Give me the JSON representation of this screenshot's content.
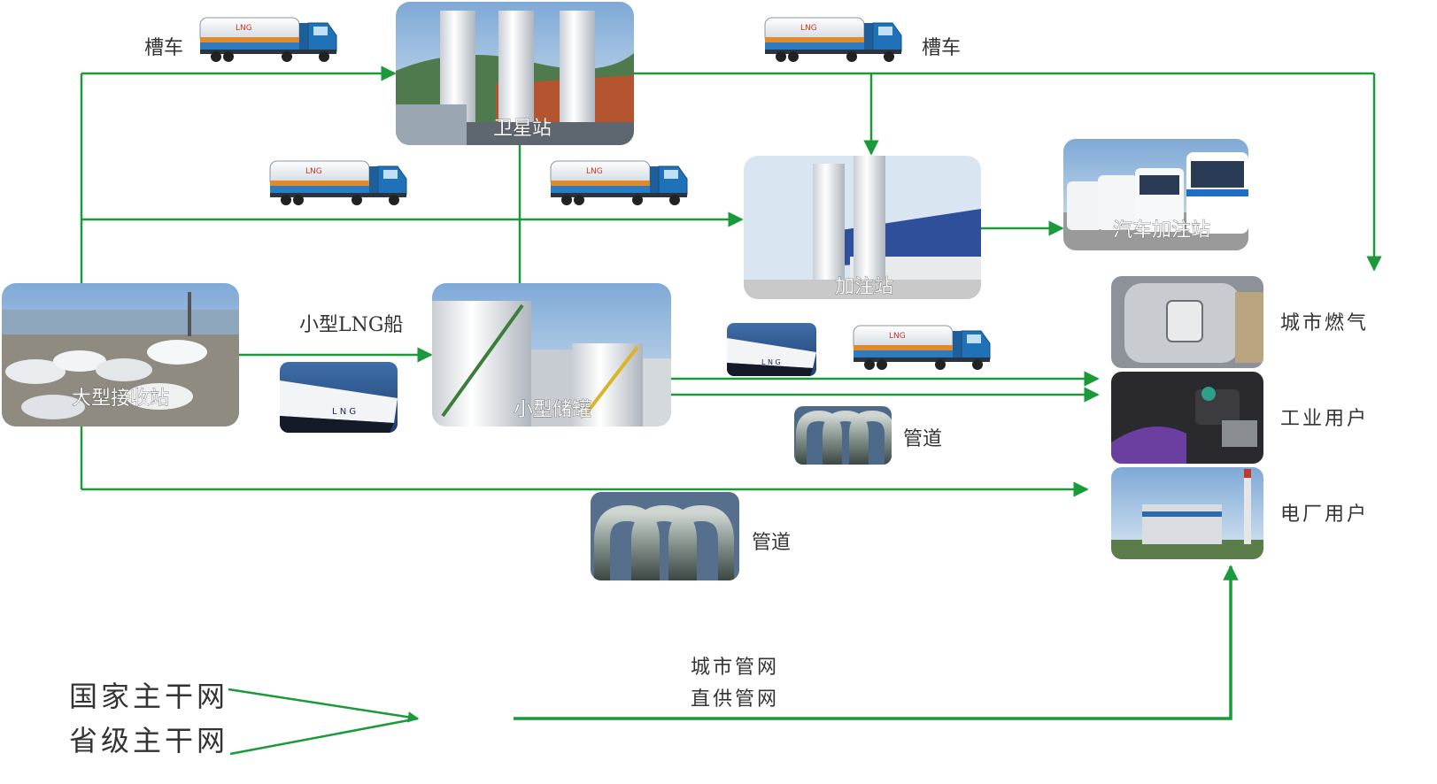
{
  "nodes": {
    "large_terminal": "大型接收站",
    "satellite_station": "卫星站",
    "small_tank": "小型储罐",
    "filling_station": "加注站",
    "vehicle_station": "汽车加注站"
  },
  "transport": {
    "tanker_left": "槽车",
    "tanker_right": "槽车",
    "small_ship": "小型LNG船",
    "pipe_mid": "管道",
    "pipe_bottom": "管道"
  },
  "users": {
    "city_gas": "城市燃气",
    "industrial": "工业用户",
    "power_plant": "电厂用户"
  },
  "networks": {
    "national": "国家主干网",
    "provincial": "省级主干网",
    "city_net": "城市管网",
    "direct_net": "直供管网"
  },
  "truck_badge": "LNG",
  "ship_badge": "L N G",
  "colors": {
    "flow": "#1a9a3a",
    "truck_cab": "#1f72b8",
    "truck_tank": "#e8eef4",
    "truck_stripe": "#e08a2c",
    "sky": "#b8d4ea"
  }
}
